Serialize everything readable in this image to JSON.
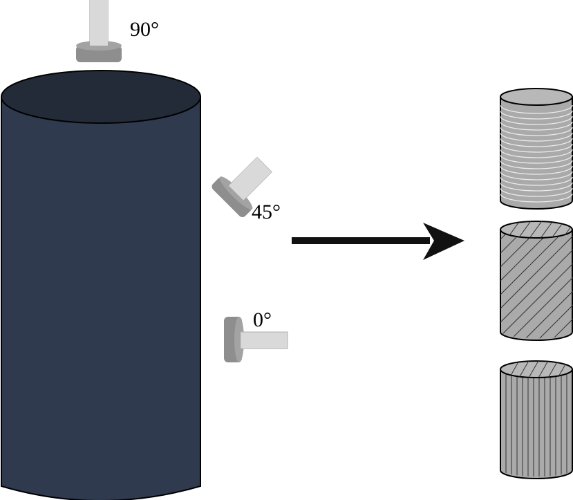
{
  "labels": {
    "angle_90": "90°",
    "angle_45": "45°",
    "angle_0": "0°"
  },
  "colors": {
    "core_body": "#2f3a4e",
    "core_top": "#232b39",
    "outline": "#000000",
    "disc": "#8e8e8e",
    "disc_dark": "#6f6f6f",
    "shaft": "#d9d9d9",
    "sample_fill": "#aaaaaa",
    "sample_top": "#b8b8b8",
    "arrow": "#111111"
  }
}
